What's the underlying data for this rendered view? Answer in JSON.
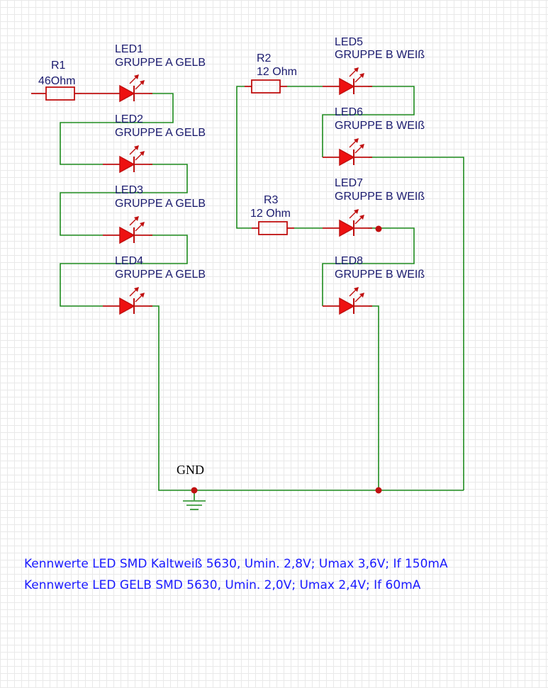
{
  "components": {
    "R1": {
      "ref": "R1",
      "value": "46Ohm"
    },
    "R2": {
      "ref": "R2",
      "value": "12 Ohm"
    },
    "R3": {
      "ref": "R3",
      "value": "12 Ohm"
    },
    "LED1": {
      "ref": "LED1",
      "value": "GRUPPE A GELB"
    },
    "LED2": {
      "ref": "LED2",
      "value": "GRUPPE A GELB"
    },
    "LED3": {
      "ref": "LED3",
      "value": "GRUPPE A GELB"
    },
    "LED4": {
      "ref": "LED4",
      "value": "GRUPPE A GELB"
    },
    "LED5": {
      "ref": "LED5",
      "value": "GRUPPE B WEIß"
    },
    "LED6": {
      "ref": "LED6",
      "value": "GRUPPE B WEIß"
    },
    "LED7": {
      "ref": "LED7",
      "value": "GRUPPE B WEIß"
    },
    "LED8": {
      "ref": "LED8",
      "value": "GRUPPE B WEIß"
    }
  },
  "ground": {
    "label": "GND"
  },
  "notes": [
    "Kennwerte LED SMD Kaltweiß 5630, Umin. 2,8V; Umax 3,6V; If 150mA",
    "Kennwerte LED GELB SMD 5630, Umin. 2,0V; Umax 2,4V; If 60mA"
  ],
  "colors": {
    "wire": "#1e8c1e",
    "component": "#c01010",
    "led_fill": "#ee1111",
    "label": "#1a1a6e",
    "note_text": "#1a1aff",
    "junction": "#c01010"
  }
}
